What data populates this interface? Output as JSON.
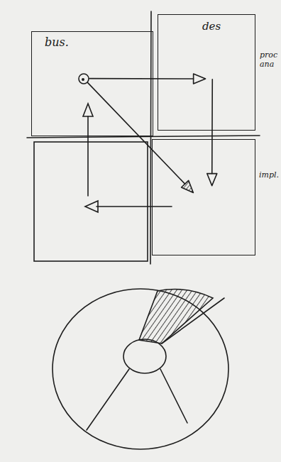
{
  "diagram": {
    "nodes": [
      {
        "text": [
          "bus."
        ]
      },
      {
        "text": [
          "des"
        ]
      },
      {
        "text": [
          "impl."
        ]
      }
    ],
    "edges": [
      {
        "from": 0,
        "to": 1,
        "arrow": "to"
      },
      {
        "from": 1,
        "to": 2,
        "arrow": "to"
      },
      {
        "from": 0,
        "to": 2,
        "arrow": "to"
      }
    ],
    "labels": [
      "proc ana"
    ]
  }
}
